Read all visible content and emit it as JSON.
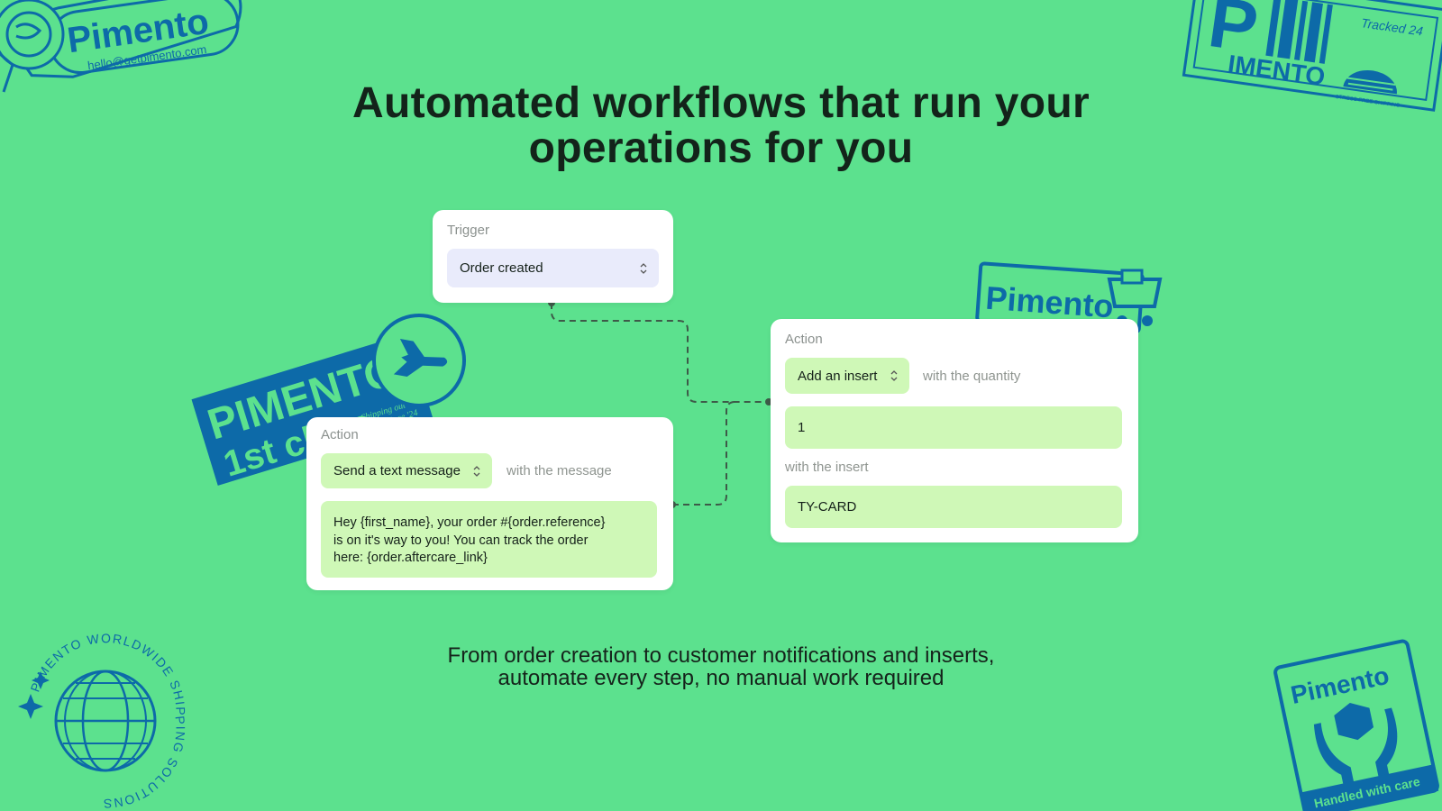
{
  "headline": {
    "line1": "Automated workflows that run your",
    "line2": "operations for you"
  },
  "subline": {
    "line1": "From order creation to customer notifications and inserts,",
    "line2": "automate every step, no manual work required"
  },
  "trigger_card": {
    "label": "Trigger",
    "select_value": "Order created"
  },
  "sms_action_card": {
    "label": "Action",
    "select_value": "Send a text message",
    "hint": "with the message",
    "message_line1": "Hey {first_name}, your order #{order.reference}",
    "message_line2": "is on it's way to you! You can track the order",
    "message_line3": "here: {order.aftercare_link}"
  },
  "insert_action_card": {
    "label": "Action",
    "select_value": "Add an insert",
    "hint_quantity": "with the quantity",
    "quantity_value": "1",
    "hint_insert": "with the insert",
    "insert_value": "TY-CARD"
  },
  "stickers": {
    "top_left": {
      "brand": "Pimento",
      "email": "hello@getpimento.com"
    },
    "top_right": {
      "brand_big": "P",
      "brand": "IMENTO",
      "tracked": "Tracked 24",
      "tagline": "STRESS-FREE SHIPPING"
    },
    "plane": {
      "brand": "PIMENTO",
      "line2": "1st class",
      "tag1": "Shipping out",
      "tag2": "goods since '24"
    },
    "cart": {
      "brand": "Pimento"
    },
    "globe": {
      "ring_text": "PIMENTO WORLDWIDE SHIPPING SOLUTIONS"
    },
    "hands": {
      "brand": "Pimento",
      "tagline": "Handled with care"
    }
  },
  "colors": {
    "background": "#5ce18e",
    "sticker_blue": "#0d6aa8",
    "field_green": "#cff8b7",
    "trigger_select": "#e9ebfb",
    "connector": "#3d5a48"
  }
}
